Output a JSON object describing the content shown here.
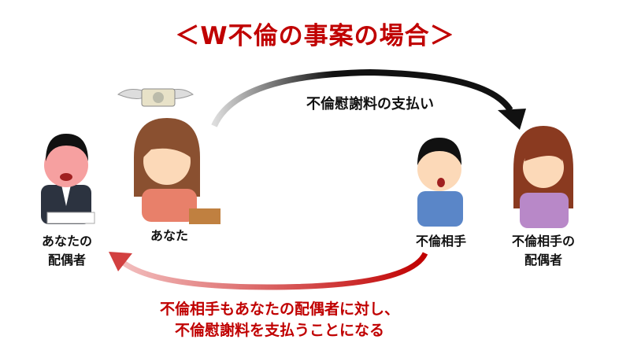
{
  "title": "＜W不倫の事案の場合＞",
  "payment_label": "不倫慰謝料の支払い",
  "people": {
    "your_spouse": {
      "line1": "あなたの",
      "line2": "配偶者"
    },
    "you": {
      "label": "あなた"
    },
    "partner": {
      "label": "不倫相手"
    },
    "partner_spouse": {
      "line1": "不倫相手の",
      "line2": "配偶者"
    }
  },
  "note": {
    "line1": "不倫相手もあなたの配偶者に対し、",
    "line2": "不倫慰謝料を支払うことになる"
  },
  "colors": {
    "accent": "#c00000",
    "arrow": "#111111"
  }
}
